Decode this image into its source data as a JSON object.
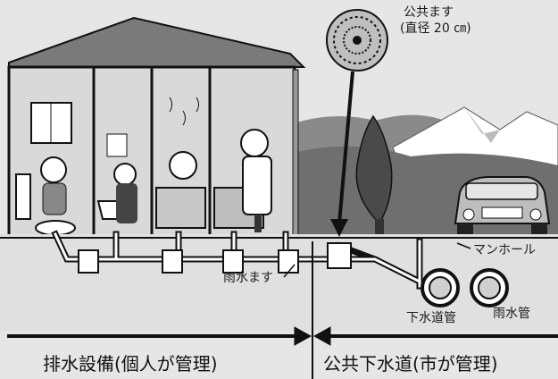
{
  "labels": {
    "public_basin": "公共ます",
    "public_basin_size": "(直径 20 ㎝)",
    "manhole": "マンホール",
    "rain_basin": "雨水ます",
    "sewer_pipe": "下水道管",
    "storm_pipe": "雨水管"
  },
  "sections": {
    "private": "排水設備(個人が管理)",
    "public": "公共下水道(市が管理)"
  },
  "colors": {
    "background": "#e6e6e6",
    "ground": "#ffffff",
    "hill": "#7f7f7f",
    "roof": "#6e6e6e",
    "line": "#111111"
  }
}
